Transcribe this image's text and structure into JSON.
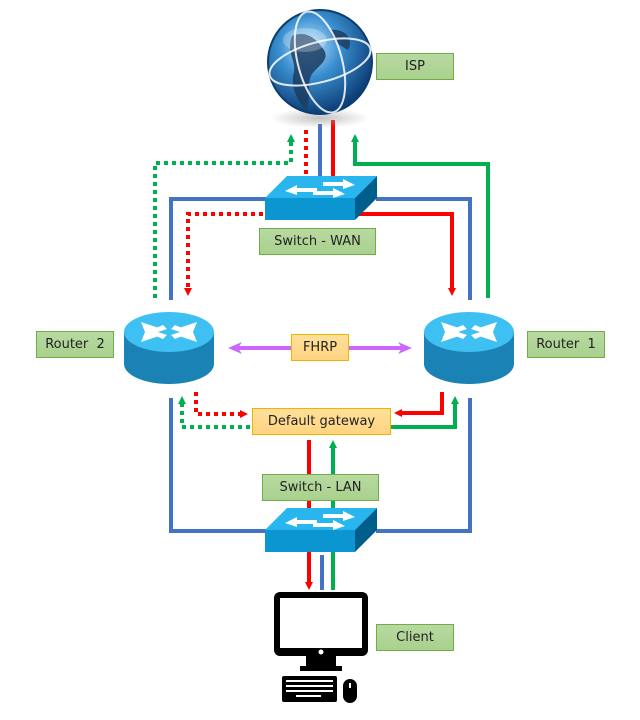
{
  "title": "FHRP network diagram",
  "colors": {
    "link": "#4472c4",
    "traffic_out": "#ff0000",
    "traffic_return": "#00b050",
    "fhrp": "#cc66ff",
    "device_blue": "#1ba1d8",
    "label_green": "#a9d18e",
    "label_orange": "#ffd580"
  },
  "nodes": {
    "isp": {
      "label": "ISP",
      "icon": "globe-icon"
    },
    "switch_wan": {
      "label": "Switch - WAN",
      "icon": "switch-icon"
    },
    "router2": {
      "label": "Router  2",
      "icon": "router-icon"
    },
    "router1": {
      "label": "Router  1",
      "icon": "router-icon"
    },
    "fhrp": {
      "label": "FHRP"
    },
    "default_gateway": {
      "label": "Default gateway"
    },
    "switch_lan": {
      "label": "Switch - LAN",
      "icon": "switch-icon"
    },
    "client": {
      "label": "Client",
      "icon": "desktop-computer-icon"
    }
  },
  "legend_semantics": {
    "solid_red": "active outbound path via Router 1",
    "solid_green": "active return path via Router 1",
    "dotted_red": "standby outbound path via Router 2",
    "dotted_green": "standby return path via Router 2",
    "blue": "physical link",
    "purple": "FHRP heartbeat between routers"
  }
}
